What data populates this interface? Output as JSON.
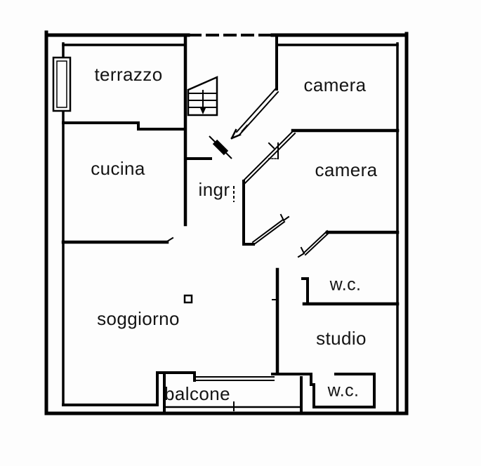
{
  "plan": {
    "type": "apartment-floor-plan",
    "language": "it",
    "rooms": [
      {
        "id": "terrazzo",
        "label": "terrazzo"
      },
      {
        "id": "cucina",
        "label": "cucina"
      },
      {
        "id": "camera-1",
        "label": "camera"
      },
      {
        "id": "camera-2",
        "label": "camera"
      },
      {
        "id": "ingresso",
        "label": "ingr"
      },
      {
        "id": "soggiorno",
        "label": "soggiorno"
      },
      {
        "id": "wc-1",
        "label": "w.c."
      },
      {
        "id": "studio",
        "label": "studio"
      },
      {
        "id": "wc-2",
        "label": "w.c."
      },
      {
        "id": "balcone",
        "label": "balcone"
      }
    ],
    "symbols": [
      "staircase-with-down-arrow",
      "entrance-door",
      "window",
      "balcony-railing",
      "pillar"
    ],
    "colors": {
      "wall": "#000000",
      "background": "#fdfdfd",
      "text": "#141414"
    }
  }
}
